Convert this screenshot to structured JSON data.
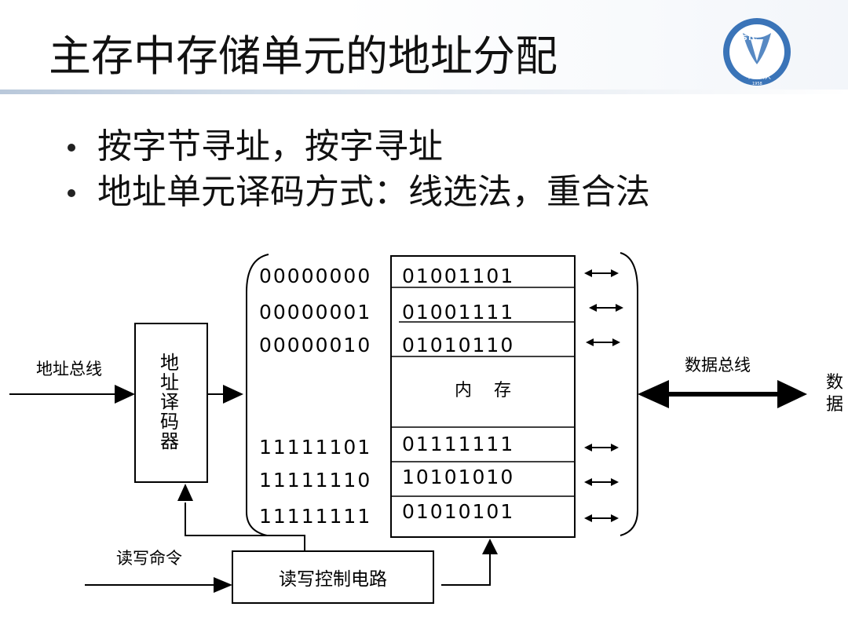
{
  "slide": {
    "title": "主存中存储单元的地址分配",
    "bullets": [
      "按字节寻址，按字寻址",
      "地址单元译码方式：线选法，重合法"
    ]
  },
  "logo": {
    "text": "USTC",
    "subtext": "中国科大",
    "year": "1958"
  },
  "diagram": {
    "address_bus_label": "地址总线",
    "decoder_label": [
      "地",
      "址",
      "译",
      "码",
      "器"
    ],
    "addresses_top": [
      "00000000",
      "00000001",
      "00000010"
    ],
    "addresses_bottom": [
      "11111101",
      "11111110",
      "11111111"
    ],
    "data_top": [
      "01001101",
      "01001111",
      "01010110"
    ],
    "data_bottom": [
      "01111111",
      "10101010",
      "01010101"
    ],
    "memory_label": "内    存",
    "data_bus_label": "数据总线",
    "data_side_label": [
      "数",
      "据"
    ],
    "rw_command_label": "读写命令",
    "rw_control_label": "读写控制电路"
  },
  "colors": {
    "title_rule": "#b9c8da",
    "logo_blue": "#3a74b8"
  }
}
